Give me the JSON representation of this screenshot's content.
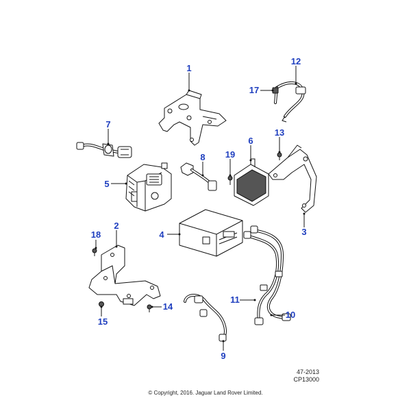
{
  "callouts": [
    {
      "id": "1",
      "label": "1"
    },
    {
      "id": "2",
      "label": "2"
    },
    {
      "id": "3",
      "label": "3"
    },
    {
      "id": "4",
      "label": "4"
    },
    {
      "id": "5",
      "label": "5"
    },
    {
      "id": "6",
      "label": "6"
    },
    {
      "id": "7",
      "label": "7"
    },
    {
      "id": "8",
      "label": "8"
    },
    {
      "id": "9",
      "label": "9"
    },
    {
      "id": "10",
      "label": "10"
    },
    {
      "id": "11",
      "label": "11"
    },
    {
      "id": "12",
      "label": "12"
    },
    {
      "id": "13",
      "label": "13"
    },
    {
      "id": "14",
      "label": "14"
    },
    {
      "id": "15",
      "label": "15"
    },
    {
      "id": "17",
      "label": "17"
    },
    {
      "id": "18",
      "label": "18"
    },
    {
      "id": "19",
      "label": "19"
    }
  ],
  "reference": {
    "line1": "47-2013",
    "line2": "CP13000"
  },
  "copyright": "© Copyright, 2016. Jaguar Land Rover Limited.",
  "colors": {
    "callout": "#1f3fbf",
    "linework": "#111111"
  }
}
